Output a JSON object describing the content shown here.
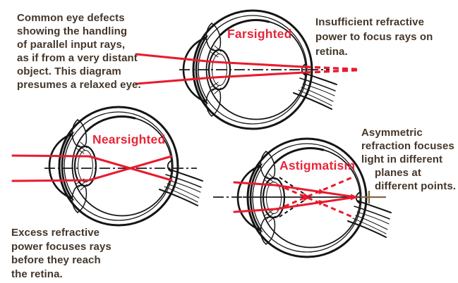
{
  "colors": {
    "ray_red": "#e81b2d",
    "label_red": "#e8253a",
    "text_brown": "#44362a",
    "eye_gray": "#cbcbcb",
    "ciliary_pink": "#d6949e",
    "outline_black": "#141414",
    "axis_tan": "#806a42"
  },
  "intro_caption": "Common eye defects\nshowing the handling\nof parallel input rays,\nas if from a very distant\nobject. This diagram\npresumes a relaxed eye.",
  "eyes": {
    "farsighted": {
      "label": "Farsighted",
      "caption": "Insufficient refractive\npower to focus rays on\nretina."
    },
    "nearsighted": {
      "label": "Nearsighted",
      "caption": "Excess refractive\npower focuses rays\nbefore they reach\nthe retina."
    },
    "astigmatism": {
      "label": "Astigmatism",
      "caption_part1": "Asymmetric\nrefraction focuses\nlight in different",
      "caption_part2": "planes at\ndifferent points."
    }
  }
}
